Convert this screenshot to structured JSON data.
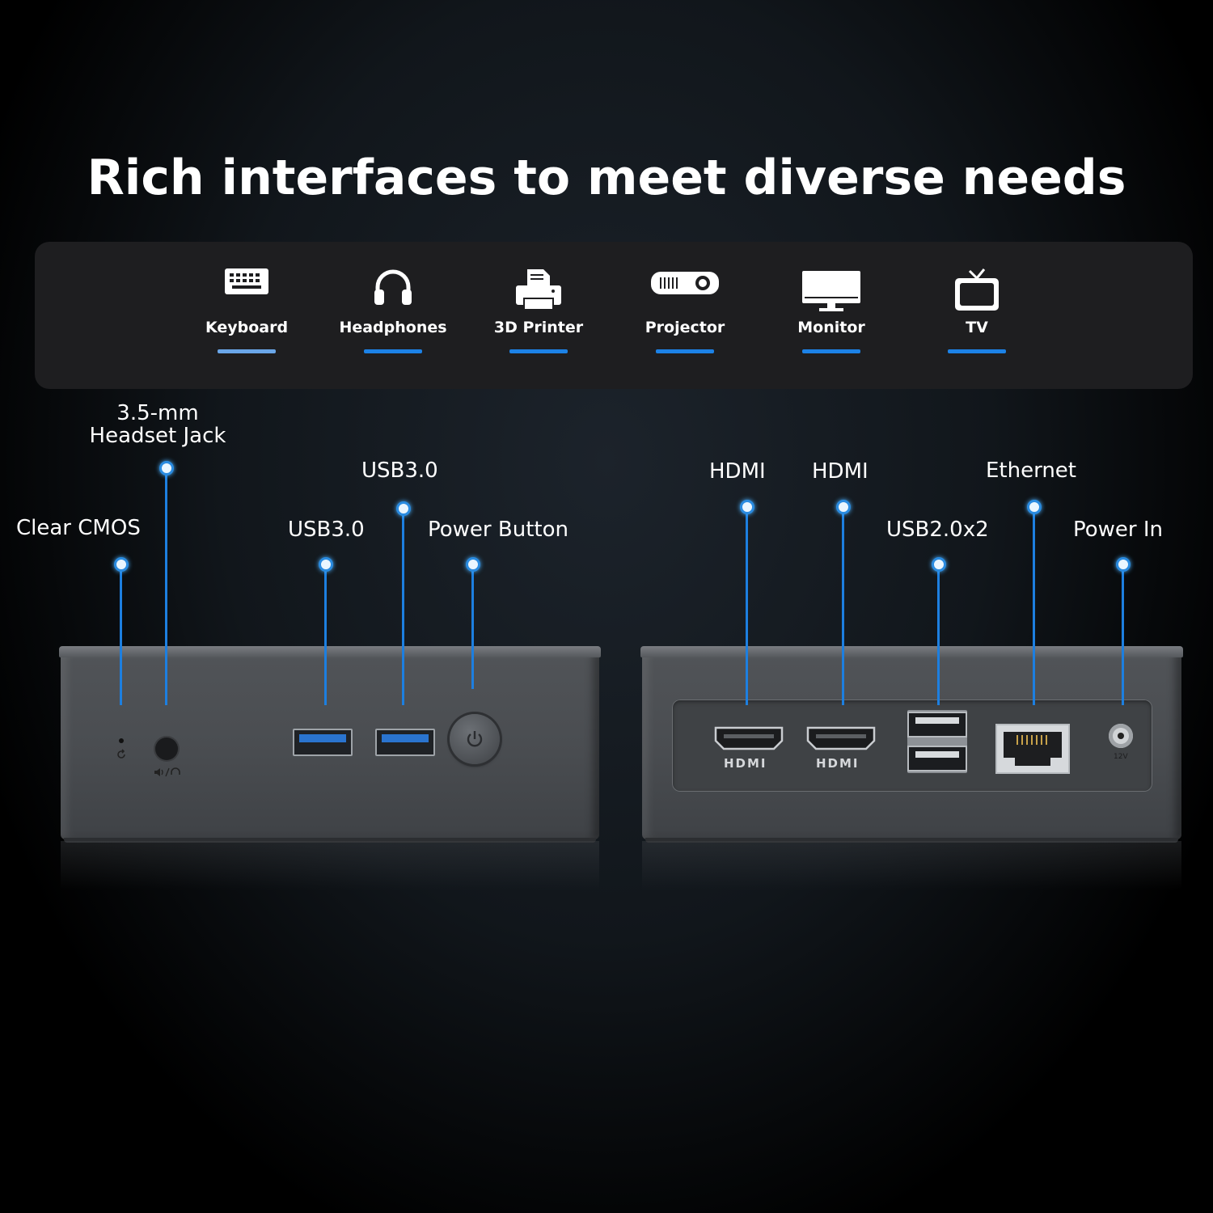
{
  "headline": "Rich interfaces to meet diverse needs",
  "devices": [
    {
      "label": "Keyboard",
      "icon": "keyboard-icon"
    },
    {
      "label": "Headphones",
      "icon": "headphones-icon"
    },
    {
      "label": "3D Printer",
      "icon": "printer-icon"
    },
    {
      "label": "Projector",
      "icon": "projector-icon"
    },
    {
      "label": "Monitor",
      "icon": "monitor-icon"
    },
    {
      "label": "TV",
      "icon": "tv-icon"
    }
  ],
  "front_ports": {
    "clear_cmos": "Clear CMOS",
    "headset_jack": "3.5-mm\nHeadset Jack",
    "usb3_a": "USB3.0",
    "usb3_b": "USB3.0",
    "power_button": "Power Button"
  },
  "rear_ports": {
    "hdmi_a": "HDMI",
    "hdmi_b": "HDMI",
    "usb2": "USB2.0x2",
    "ethernet": "Ethernet",
    "power_in": "Power In"
  },
  "panel_marks": {
    "hdmi_logo": "HDMI",
    "dc_rating": "12V"
  },
  "colors": {
    "accent": "#1c82e6",
    "background": "#000000",
    "device_bar": "#1e1e20",
    "chassis": "#4a4d51"
  }
}
